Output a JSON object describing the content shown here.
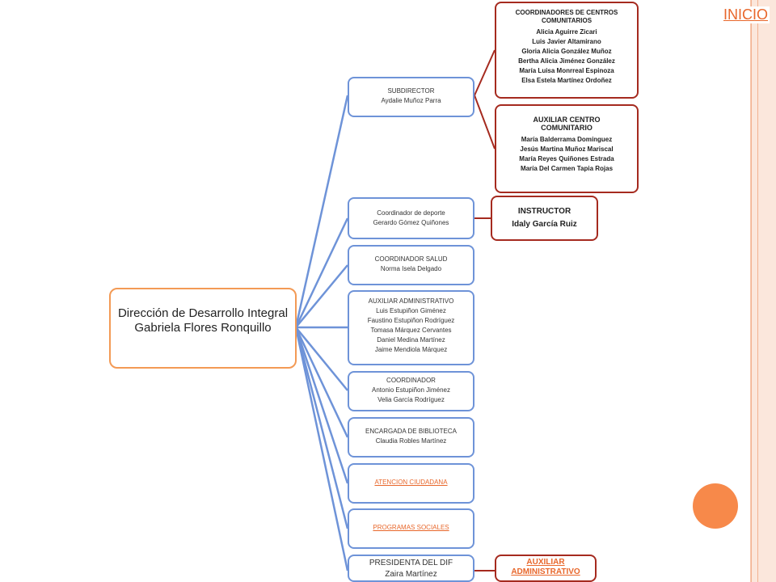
{
  "nav": {
    "inicio_label": "INICIO"
  },
  "root": {
    "line1": "Dirección de  Desarrollo Integral",
    "line2": "Gabriela Flores Ronquillo"
  },
  "subdirector": {
    "title": "SUBDIRECTOR",
    "name": "Aydalie Muñoz  Parra"
  },
  "coordinadores": {
    "title": "COORDINADORES DE CENTROS COMUNITARIOS",
    "names": [
      "Alicia Aguirre Zicari",
      "Luis Javier Altamirano",
      "Gloria Alicia González Muñoz",
      "Bertha Alicia Jiménez González",
      "María Luisa Monrreal Espinoza",
      "Elsa Estela Martínez Ordoñez"
    ]
  },
  "auxiliar_centro": {
    "title": "AUXILIAR CENTRO COMUNITARIO",
    "names": [
      "María Balderrama Domínguez",
      "Jesús Martina Muñoz Mariscal",
      "María Reyes Quiñones Estrada",
      "María Del Carmen Tapia Rojas"
    ]
  },
  "deporte": {
    "title": "Coordinador de deporte",
    "name": "Gerardo Gómez Quiñones"
  },
  "instructor": {
    "title": "INSTRUCTOR",
    "name": "Idaly García Ruiz"
  },
  "salud": {
    "title": "COORDINADOR SALUD",
    "name": "Norma Isela Delgado"
  },
  "aux_admin": {
    "title": "AUXILIAR ADMINISTRATIVO",
    "names": [
      "Luis Estupiñon Giménez",
      "Faustino  Estupiñon Rodríguez",
      "Tomasa Márquez Cervantes",
      "Daniel Medina Martínez",
      "Jaime Mendiola Márquez"
    ]
  },
  "coordinador": {
    "title": "COORDINADOR",
    "names": [
      "Antonio Estupiñon Jiménez",
      "Velia García Rodríguez"
    ]
  },
  "biblioteca": {
    "title": "ENCARGADA DE BIBLIOTECA",
    "name": "Claudia Robles Martínez"
  },
  "atencion": {
    "label": "ATENCION CIUDADANA"
  },
  "programas": {
    "label": "PROGRAMAS SOCIALES"
  },
  "dif": {
    "title": "PRESIDENTA DEL DIF",
    "name": "Zaira Martínez"
  },
  "aux_admin_link": {
    "label": "AUXILIAR ADMINISTRATIVO"
  },
  "colors": {
    "accent": "#e8672b",
    "blue": "#6e93d8",
    "red": "#a52a1f",
    "orange": "#f39a55"
  }
}
